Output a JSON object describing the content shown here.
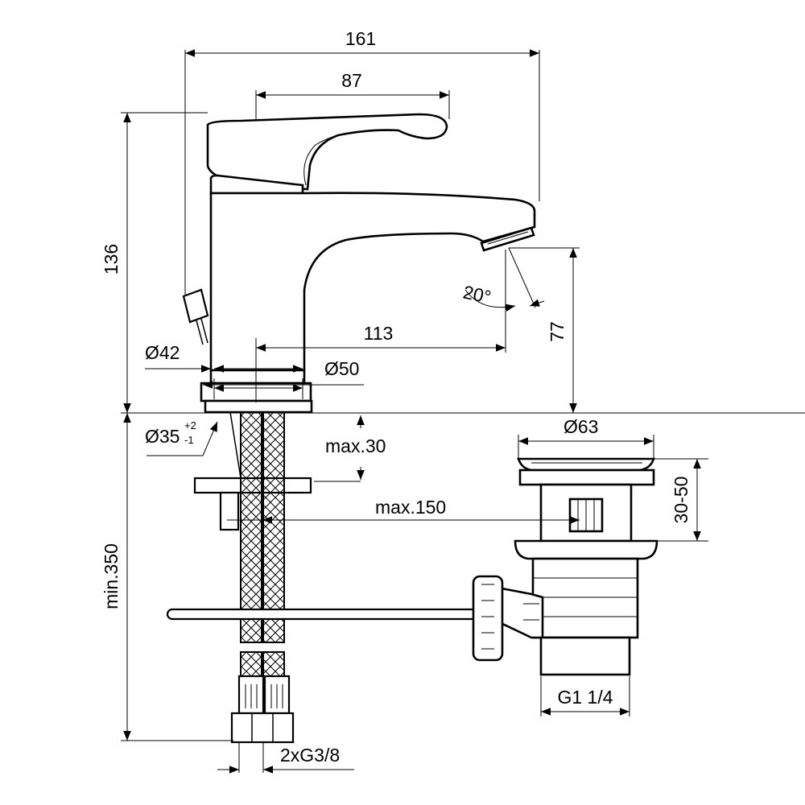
{
  "dimensions": {
    "overall_width": "161",
    "handle_length": "87",
    "overall_height": "136",
    "spout_reach": "113",
    "spout_height": "77",
    "base_diameter": "Ø42",
    "flange_diameter": "Ø50",
    "hole_diameter": "Ø35",
    "hole_tolerance_upper": "+2",
    "hole_tolerance_lower": "-1",
    "aerator_angle": "20°",
    "max_deck_thickness": "max.30",
    "max_pop_up_clearance": "max.150",
    "min_hose_length": "min.350",
    "waste_diameter": "Ø63",
    "waste_range": "30-50",
    "waste_thread": "G1 1/4",
    "hose_thread": "2xG3/8"
  },
  "colors": {
    "line": "#000000",
    "background": "#ffffff"
  }
}
